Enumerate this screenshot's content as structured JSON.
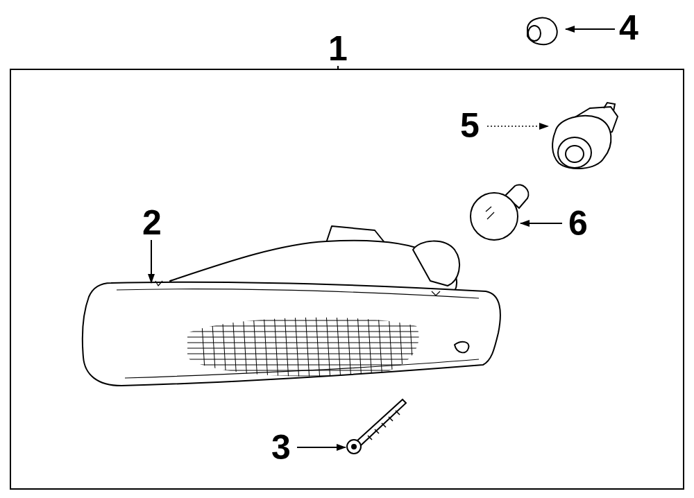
{
  "diagram": {
    "labels": [
      "1",
      "4",
      "5",
      "2",
      "6",
      "3"
    ]
  }
}
